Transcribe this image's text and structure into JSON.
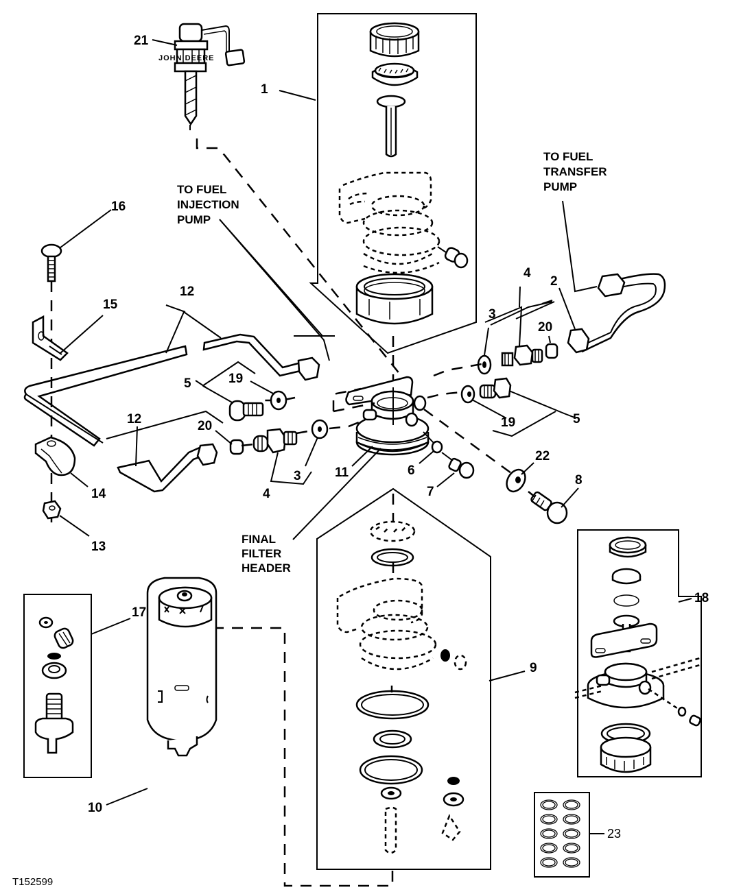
{
  "figure": {
    "reference_id": "T152599",
    "brand_text_on_filter": "JOHN DEERE"
  },
  "notes": {
    "injection_pump": [
      "TO FUEL",
      "INJECTION",
      "PUMP"
    ],
    "transfer_pump": [
      "TO FUEL",
      "TRANSFER",
      "PUMP"
    ],
    "final_filter_header": [
      "FINAL",
      "FILTER",
      "HEADER"
    ]
  },
  "callouts": {
    "c1": "1",
    "c2": "2",
    "c3a": "3",
    "c3b": "3",
    "c4a": "4",
    "c4b": "4",
    "c5a": "5",
    "c5b": "5",
    "c6": "6",
    "c7": "7",
    "c8": "8",
    "c9": "9",
    "c10": "10",
    "c11": "11",
    "c12a": "12",
    "c12b": "12",
    "c13": "13",
    "c14": "14",
    "c15": "15",
    "c16": "16",
    "c17": "17",
    "c18": "18",
    "c19a": "19",
    "c19b": "19",
    "c20a": "20",
    "c20b": "20",
    "c21": "21",
    "c22": "22",
    "c23": "23"
  },
  "kit_23": {
    "rows": 5,
    "columns": 2
  }
}
